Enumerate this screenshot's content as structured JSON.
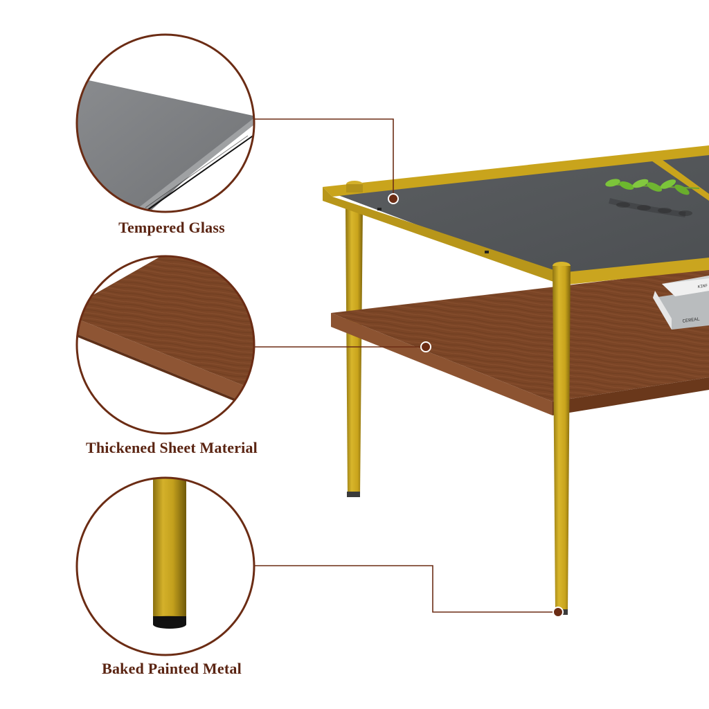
{
  "colors": {
    "accent": "#6b2c14",
    "gold": "#c9a41c",
    "glass": "#5c5f62",
    "wood": "#7a4525",
    "background": "#ffffff"
  },
  "features": [
    {
      "label": "Tempered Glass",
      "detail_icon": "glass-edge-icon"
    },
    {
      "label": "Thickened Sheet Material",
      "detail_icon": "wood-board-icon"
    },
    {
      "label": "Baked Painted Metal",
      "detail_icon": "metal-leg-icon"
    }
  ],
  "product": {
    "book_text_1": "CEREAL",
    "book_text_2": "KINF"
  }
}
